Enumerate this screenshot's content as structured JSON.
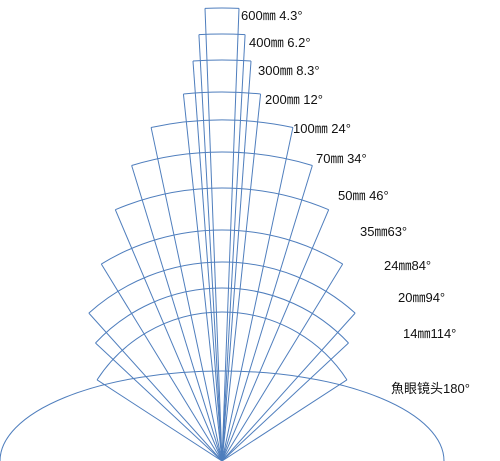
{
  "diagram": {
    "lens_fields": [
      {
        "label": "600㎜ 4.3°",
        "angle_deg": 4.3
      },
      {
        "label": "400㎜ 6.2°",
        "angle_deg": 6.2
      },
      {
        "label": "300㎜ 8.3°",
        "angle_deg": 8.3
      },
      {
        "label": "200㎜ 12°",
        "angle_deg": 12
      },
      {
        "label": "100㎜ 24°",
        "angle_deg": 24
      },
      {
        "label": "70㎜ 34°",
        "angle_deg": 34
      },
      {
        "label": "50㎜ 46°",
        "angle_deg": 46
      },
      {
        "label": "35㎜63°",
        "angle_deg": 63
      },
      {
        "label": "24㎜84°",
        "angle_deg": 84
      },
      {
        "label": "20㎜94°",
        "angle_deg": 94
      },
      {
        "label": "14㎜114°",
        "angle_deg": 114
      }
    ],
    "fisheye": {
      "label": "魚眼镜头180°",
      "angle_deg": 180
    },
    "line_color": "#4f7ebd"
  }
}
